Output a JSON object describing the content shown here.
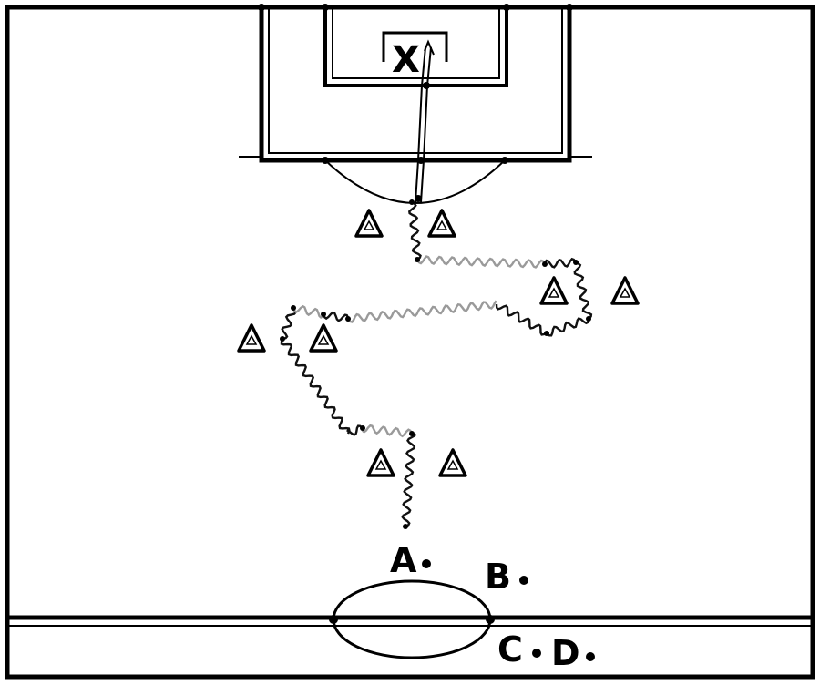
{
  "players": {
    "goalkeeper": "X",
    "a": "A",
    "b": "B",
    "c": "C",
    "d": "D"
  },
  "cone_icon": "triangle-cone",
  "colors": {
    "line": "#000000",
    "background": "#ffffff",
    "path_light": "#9a9a9a",
    "path_dark": "#111111"
  }
}
